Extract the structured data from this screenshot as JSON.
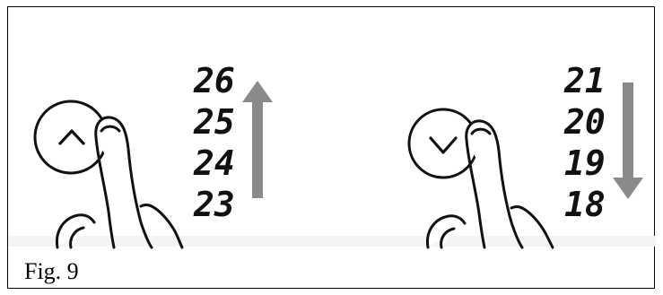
{
  "caption": "Fig. 9",
  "up_panel": {
    "button_icon": "chevron-up-icon",
    "readout": [
      "26",
      "25",
      "24",
      "23"
    ],
    "arrow_direction": "up",
    "arrow_color": "#8a8a8a"
  },
  "down_panel": {
    "button_icon": "chevron-down-icon",
    "readout": [
      "21",
      "20",
      "19",
      "18"
    ],
    "arrow_direction": "down",
    "arrow_color": "#8a8a8a"
  },
  "colors": {
    "line": "#111111",
    "floor_band": "#f2f2f2"
  }
}
